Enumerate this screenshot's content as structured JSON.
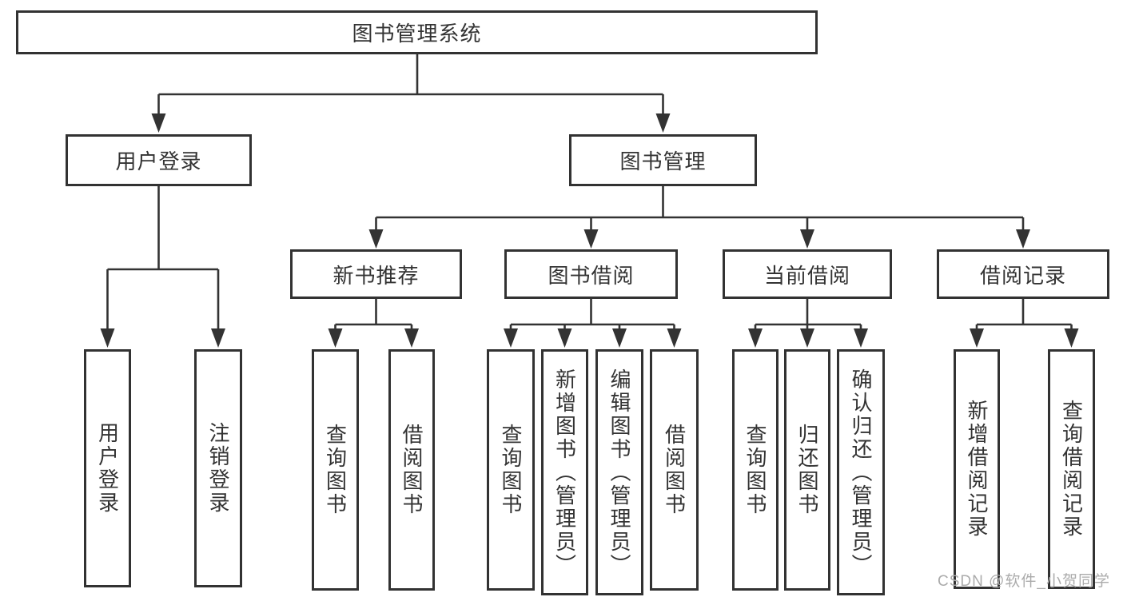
{
  "tree": {
    "root": "图书管理系统",
    "children": [
      {
        "label": "用户登录",
        "children": [
          {
            "label": "用户登录"
          },
          {
            "label": "注销登录"
          }
        ]
      },
      {
        "label": "图书管理",
        "children": [
          {
            "label": "新书推荐",
            "children": [
              {
                "label": "查询图书"
              },
              {
                "label": "借阅图书"
              }
            ]
          },
          {
            "label": "图书借阅",
            "children": [
              {
                "label": "查询图书"
              },
              {
                "label": "新增图书（管理员）"
              },
              {
                "label": "编辑图书（管理员）"
              },
              {
                "label": "借阅图书"
              }
            ]
          },
          {
            "label": "当前借阅",
            "children": [
              {
                "label": "查询图书"
              },
              {
                "label": "归还图书"
              },
              {
                "label": "确认归还（管理员）"
              }
            ]
          },
          {
            "label": "借阅记录",
            "children": [
              {
                "label": "新增借阅记录"
              },
              {
                "label": "查询借阅记录"
              }
            ]
          }
        ]
      }
    ]
  },
  "watermark": "CSDN @软件_小贺同学",
  "colors": {
    "line": "#333333",
    "text": "#333333",
    "box_border": "#323232",
    "background": "#ffffff",
    "watermark": "#ababab"
  }
}
